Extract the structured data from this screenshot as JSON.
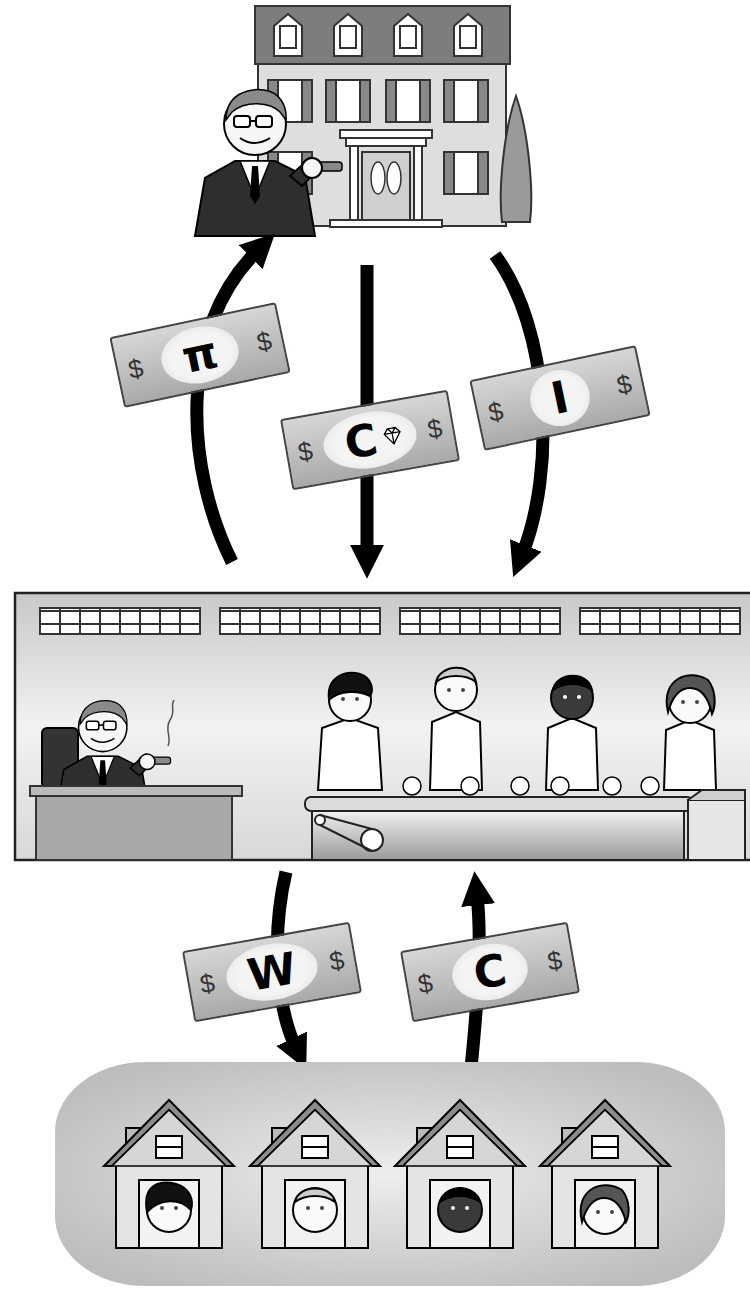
{
  "diagram": {
    "nodes": [
      {
        "text": [
          "$",
          "π",
          "$"
        ]
      },
      {
        "text": [
          "$",
          "C",
          "$"
        ]
      },
      {
        "text": [
          "$",
          "I",
          "$"
        ]
      },
      {
        "text": [
          "$",
          "W",
          "$"
        ]
      },
      {
        "text": [
          "$",
          "C",
          "$"
        ]
      }
    ]
  }
}
